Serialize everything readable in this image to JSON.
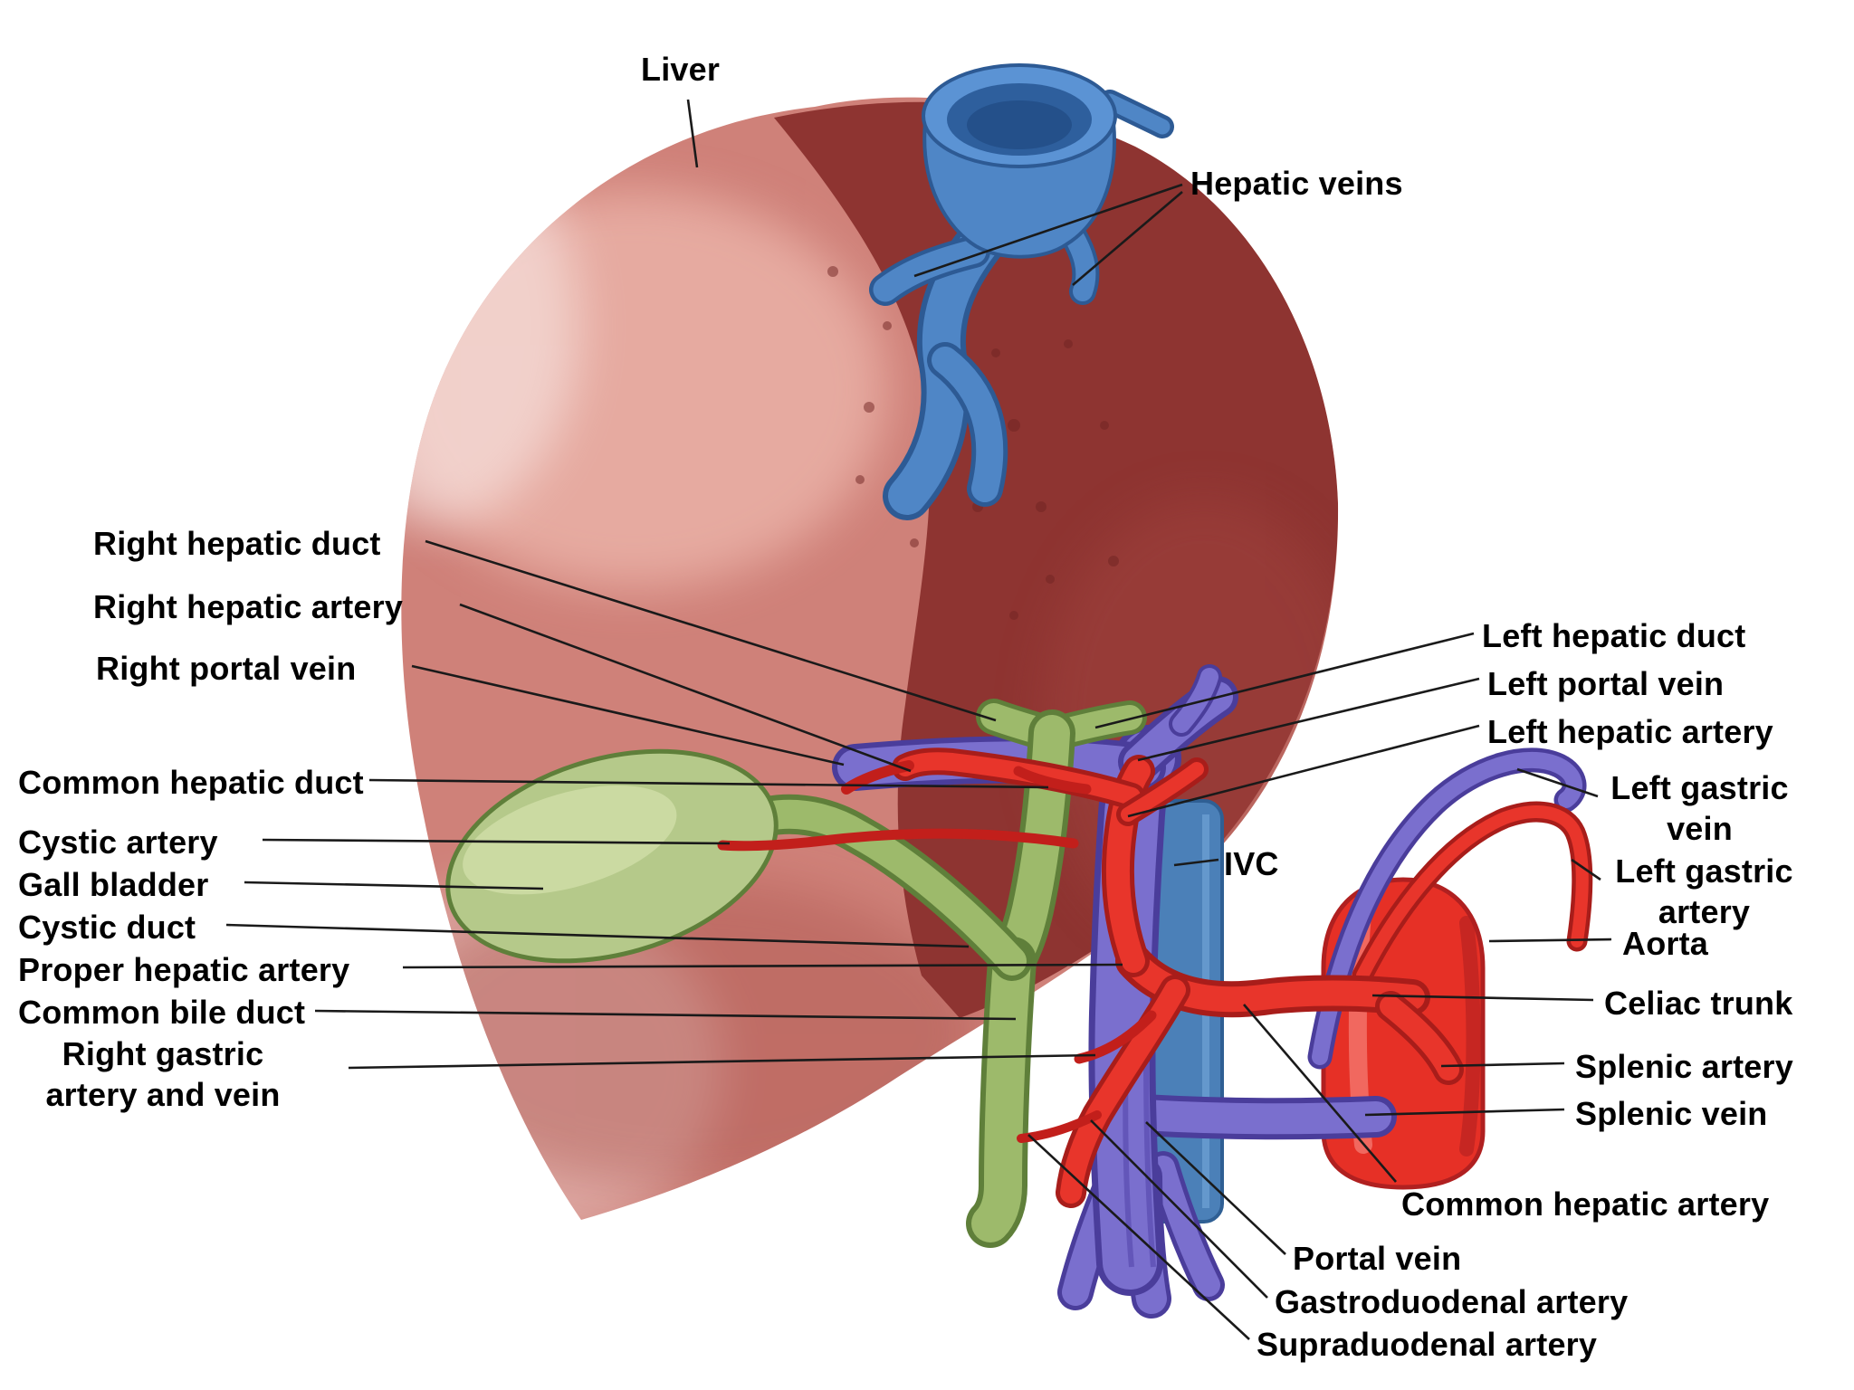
{
  "figure": {
    "title": "Liver, biliary tract and hepatic vasculature diagram",
    "colors": {
      "liver_light": "#cf8179",
      "liver_dark": "#8e3431",
      "hepatic_vein_blue": "#4f86c6",
      "ivc_blue": "#4b80b8",
      "portal_purple": "#7a6fce",
      "artery_red": "#e8352b",
      "aorta_red": "#e63026",
      "duct_green": "#9dba6b",
      "gallbladder_green": "#b5c98a",
      "label_text": "#000000"
    },
    "labels": [
      {
        "id": "liver",
        "text": "Liver"
      },
      {
        "id": "hepatic-veins",
        "text": "Hepatic veins"
      },
      {
        "id": "right-hepatic-duct",
        "text": "Right hepatic duct"
      },
      {
        "id": "right-hepatic-artery",
        "text": "Right hepatic artery"
      },
      {
        "id": "right-portal-vein",
        "text": "Right portal vein"
      },
      {
        "id": "common-hepatic-duct",
        "text": "Common hepatic duct"
      },
      {
        "id": "cystic-artery",
        "text": "Cystic artery"
      },
      {
        "id": "gall-bladder",
        "text": "Gall bladder"
      },
      {
        "id": "cystic-duct",
        "text": "Cystic duct"
      },
      {
        "id": "proper-hepatic-artery",
        "text": "Proper hepatic artery"
      },
      {
        "id": "common-bile-duct",
        "text": "Common bile duct"
      },
      {
        "id": "right-gastric-artery-and-vein",
        "text": "Right gastric artery and vein"
      },
      {
        "id": "left-hepatic-duct",
        "text": "Left hepatic duct"
      },
      {
        "id": "left-portal-vein",
        "text": "Left portal vein"
      },
      {
        "id": "left-hepatic-artery",
        "text": "Left hepatic artery"
      },
      {
        "id": "left-gastric-vein",
        "text": "Left gastric vein"
      },
      {
        "id": "left-gastric-artery",
        "text": "Left gastric artery"
      },
      {
        "id": "aorta",
        "text": "Aorta"
      },
      {
        "id": "ivc",
        "text": "IVC"
      },
      {
        "id": "celiac-trunk",
        "text": "Celiac trunk"
      },
      {
        "id": "splenic-artery",
        "text": "Splenic artery"
      },
      {
        "id": "splenic-vein",
        "text": "Splenic vein"
      },
      {
        "id": "common-hepatic-artery",
        "text": "Common hepatic artery"
      },
      {
        "id": "portal-vein",
        "text": "Portal vein"
      },
      {
        "id": "gastroduodenal-artery",
        "text": "Gastroduodenal artery"
      },
      {
        "id": "supraduodenal-artery",
        "text": "Supraduodenal artery"
      }
    ]
  }
}
